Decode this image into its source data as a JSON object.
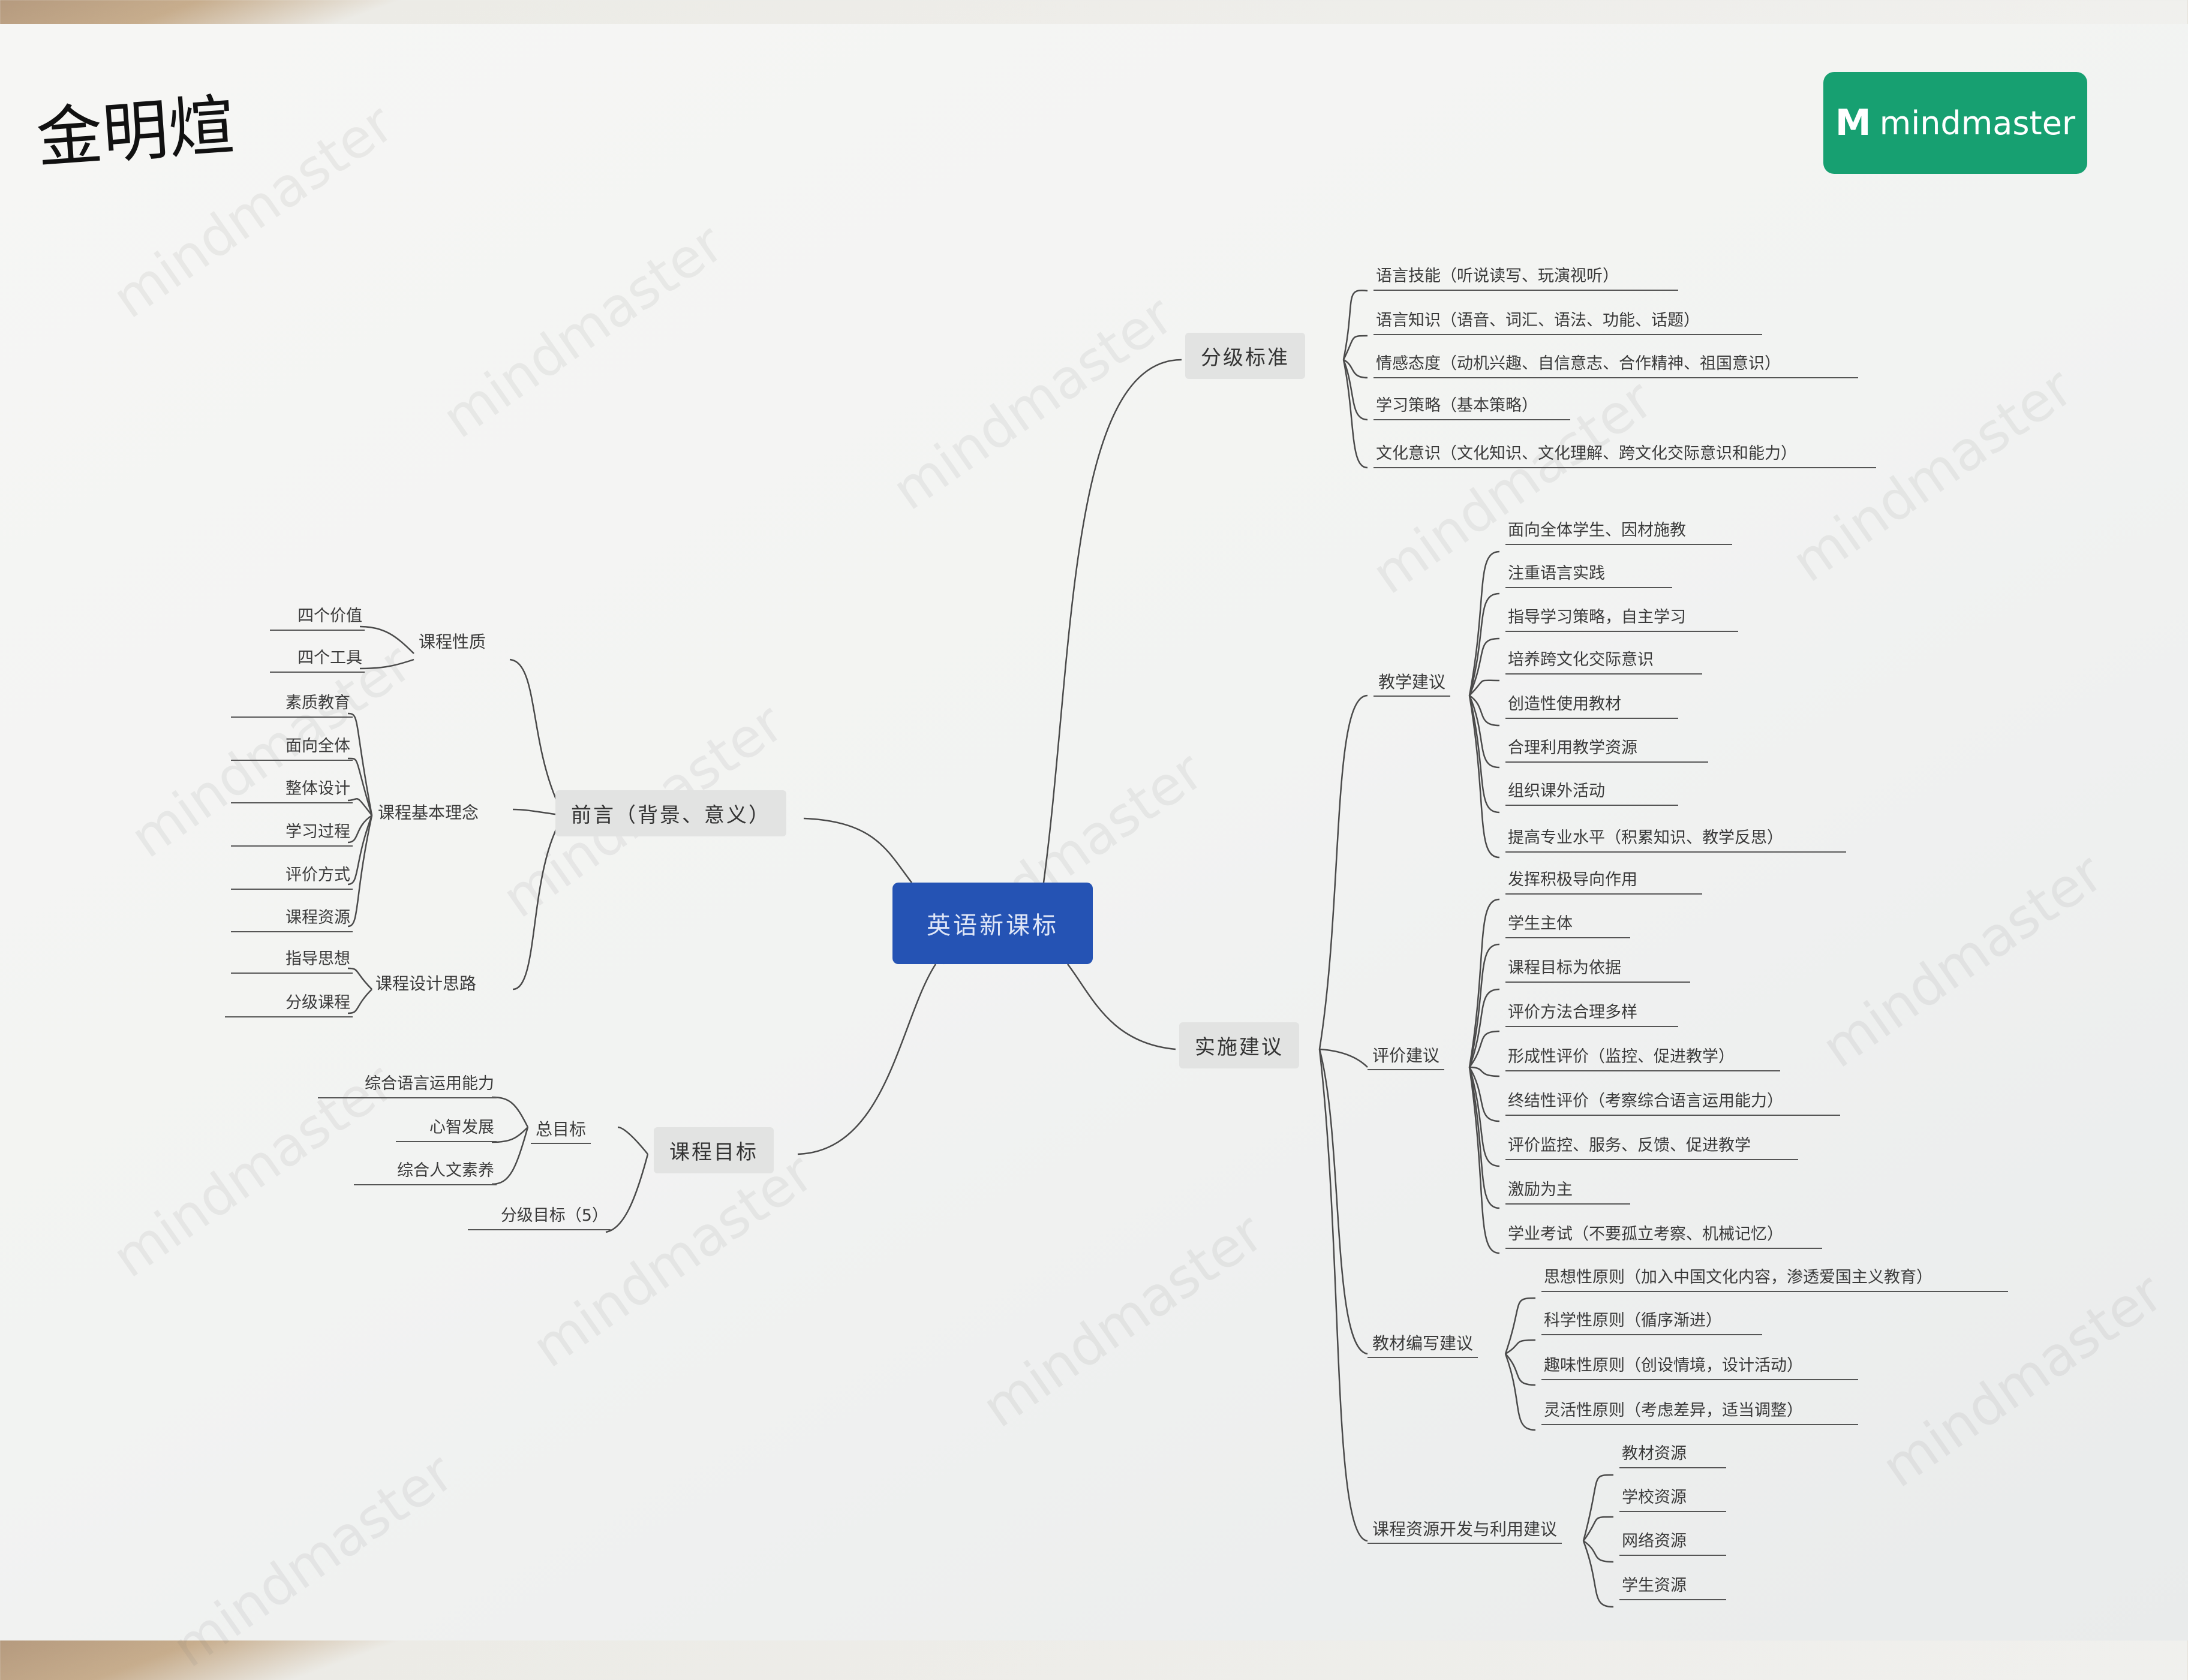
{
  "signature": "金明煊",
  "logo": {
    "mark": "M",
    "text": "mindmaster"
  },
  "watermark": "mindmaster",
  "center": "英语新课标",
  "qianyan": {
    "label": "前言（背景、意义）",
    "xingzhi": {
      "label": "课程性质",
      "items": [
        "四个价值",
        "四个工具"
      ]
    },
    "linian": {
      "label": "课程基本理念",
      "items": [
        "素质教育",
        "面向全体",
        "整体设计",
        "学习过程",
        "评价方式",
        "课程资源"
      ]
    },
    "silu": {
      "label": "课程设计思路",
      "items": [
        "指导思想",
        "分级课程"
      ]
    }
  },
  "mubiao": {
    "label": "课程目标",
    "zong": {
      "label": "总目标",
      "items": [
        "综合语言运用能力",
        "心智发展",
        "综合人文素养"
      ]
    },
    "fenji": "分级目标（5）"
  },
  "fenjibiaozhun": {
    "label": "分级标准",
    "items": [
      "语言技能（听说读写、玩演视听）",
      "语言知识（语音、词汇、语法、功能、话题）",
      "情感态度（动机兴趣、自信意志、合作精神、祖国意识）",
      "学习策略（基本策略）",
      "文化意识（文化知识、文化理解、跨文化交际意识和能力）"
    ]
  },
  "shishi": {
    "label": "实施建议",
    "jiaoxue": {
      "label": "教学建议",
      "items": [
        "面向全体学生、因材施教",
        "注重语言实践",
        "指导学习策略，自主学习",
        "培养跨文化交际意识",
        "创造性使用教材",
        "合理利用教学资源",
        "组织课外活动",
        "提高专业水平（积累知识、教学反思）"
      ]
    },
    "pingjia": {
      "label": "评价建议",
      "items": [
        "发挥积极导向作用",
        "学生主体",
        "课程目标为依据",
        "评价方法合理多样",
        "形成性评价（监控、促进教学）",
        "终结性评价（考察综合语言运用能力）",
        "评价监控、服务、反馈、促进教学",
        "激励为主",
        "学业考试（不要孤立考察、机械记忆）"
      ]
    },
    "jiaocai": {
      "label": "教材编写建议",
      "items": [
        "思想性原则（加入中国文化内容，渗透爱国主义教育）",
        "科学性原则（循序渐进）",
        "趣味性原则（创设情境，设计活动）",
        "灵活性原则（考虑差异，适当调整）"
      ]
    },
    "ziyuan": {
      "label": "课程资源开发与利用建议",
      "items": [
        "教材资源",
        "学校资源",
        "网络资源",
        "学生资源"
      ]
    }
  }
}
